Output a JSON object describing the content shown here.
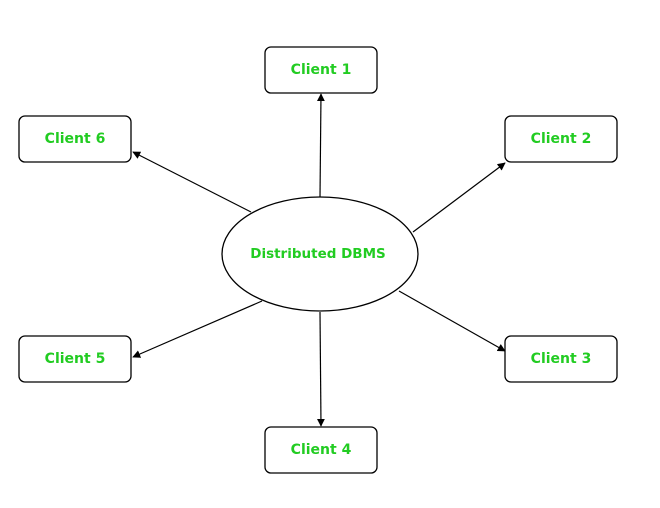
{
  "diagram": {
    "label_color": "#22cc22",
    "center": {
      "label": "Distributed DBMS"
    },
    "clients": [
      {
        "label": "Client 1"
      },
      {
        "label": "Client 2"
      },
      {
        "label": "Client 3"
      },
      {
        "label": "Client 4"
      },
      {
        "label": "Client 5"
      },
      {
        "label": "Client 6"
      }
    ],
    "edges": [
      {
        "from": "Distributed DBMS",
        "to": "Client 1"
      },
      {
        "from": "Distributed DBMS",
        "to": "Client 2"
      },
      {
        "from": "Distributed DBMS",
        "to": "Client 3"
      },
      {
        "from": "Distributed DBMS",
        "to": "Client 4"
      },
      {
        "from": "Distributed DBMS",
        "to": "Client 5"
      },
      {
        "from": "Distributed DBMS",
        "to": "Client 6"
      }
    ]
  }
}
